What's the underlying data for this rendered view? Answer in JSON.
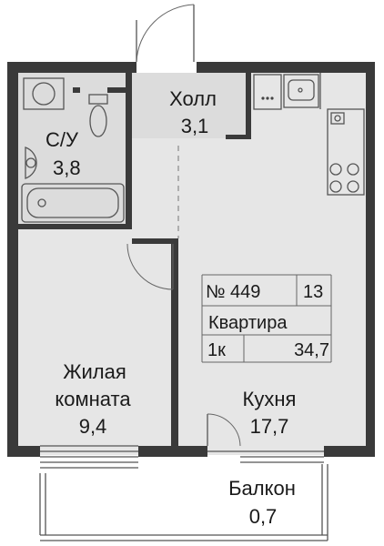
{
  "rooms": {
    "bathroom": {
      "name": "С/У",
      "area": "3,8"
    },
    "hall": {
      "name": "Холл",
      "area": "3,1"
    },
    "living": {
      "name_line1": "Жилая",
      "name_line2": "комната",
      "area": "9,4"
    },
    "kitchen": {
      "name": "Кухня",
      "area": "17,7"
    },
    "balcony": {
      "name": "Балкон",
      "area": "0,7"
    }
  },
  "info": {
    "number": "№ 449",
    "floor": "13",
    "type": "Квартира",
    "rooms": "1к",
    "total_area": "34,7"
  },
  "colors": {
    "wall": "#3a3a3a",
    "floor": "#e6e6e6",
    "wet_zone": "#dcdcdc",
    "balcony": "#ffffff"
  }
}
